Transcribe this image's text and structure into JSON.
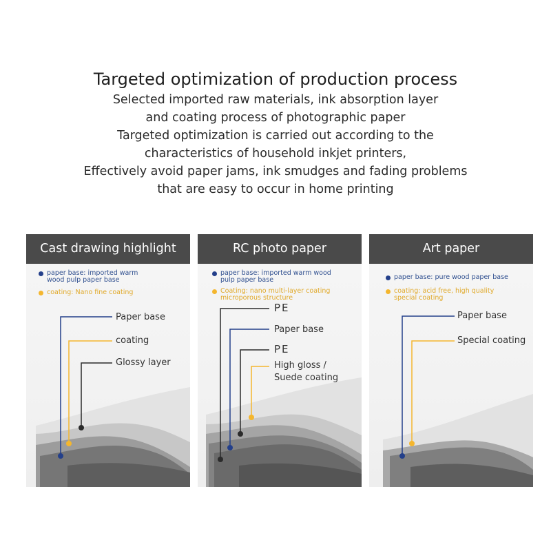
{
  "header": {
    "title": "Targeted optimization of production process",
    "lines": [
      "Selected imported raw materials, ink absorption layer",
      "and coating process of photographic paper",
      "Targeted optimization is carried out according to the",
      "characteristics of household inkjet printers,",
      "Effectively avoid paper jams, ink smudges and fading problems",
      "that are easy to occur in home printing"
    ]
  },
  "panels": [
    {
      "title": "Cast drawing highlight",
      "legend_blue": [
        "paper base: imported warm",
        "wood pulp paper base"
      ],
      "legend_yellow": [
        "coating: Nano fine coating"
      ],
      "labels": [
        "Paper base",
        "coating",
        "Glossy layer"
      ]
    },
    {
      "title": "RC photo paper",
      "legend_blue": [
        "paper base: imported warm wood",
        "pulp paper base"
      ],
      "legend_yellow": [
        "Coating: nano multi-layer coating",
        "microporous structure"
      ],
      "labels": [
        "PE",
        "Paper base",
        "PE",
        "High gloss /",
        "Suede coating"
      ]
    },
    {
      "title": "Art paper",
      "legend_blue": [
        "paper base: pure wood paper base"
      ],
      "legend_yellow": [
        "coating: acid free, high quality",
        "special coating"
      ],
      "labels": [
        "Paper base",
        "Special coating"
      ]
    }
  ],
  "colors": {
    "blue": "#233f8a",
    "yellow": "#f4b62e",
    "dark": "#2b2b2b",
    "header_bg": "#4a4a4a"
  }
}
